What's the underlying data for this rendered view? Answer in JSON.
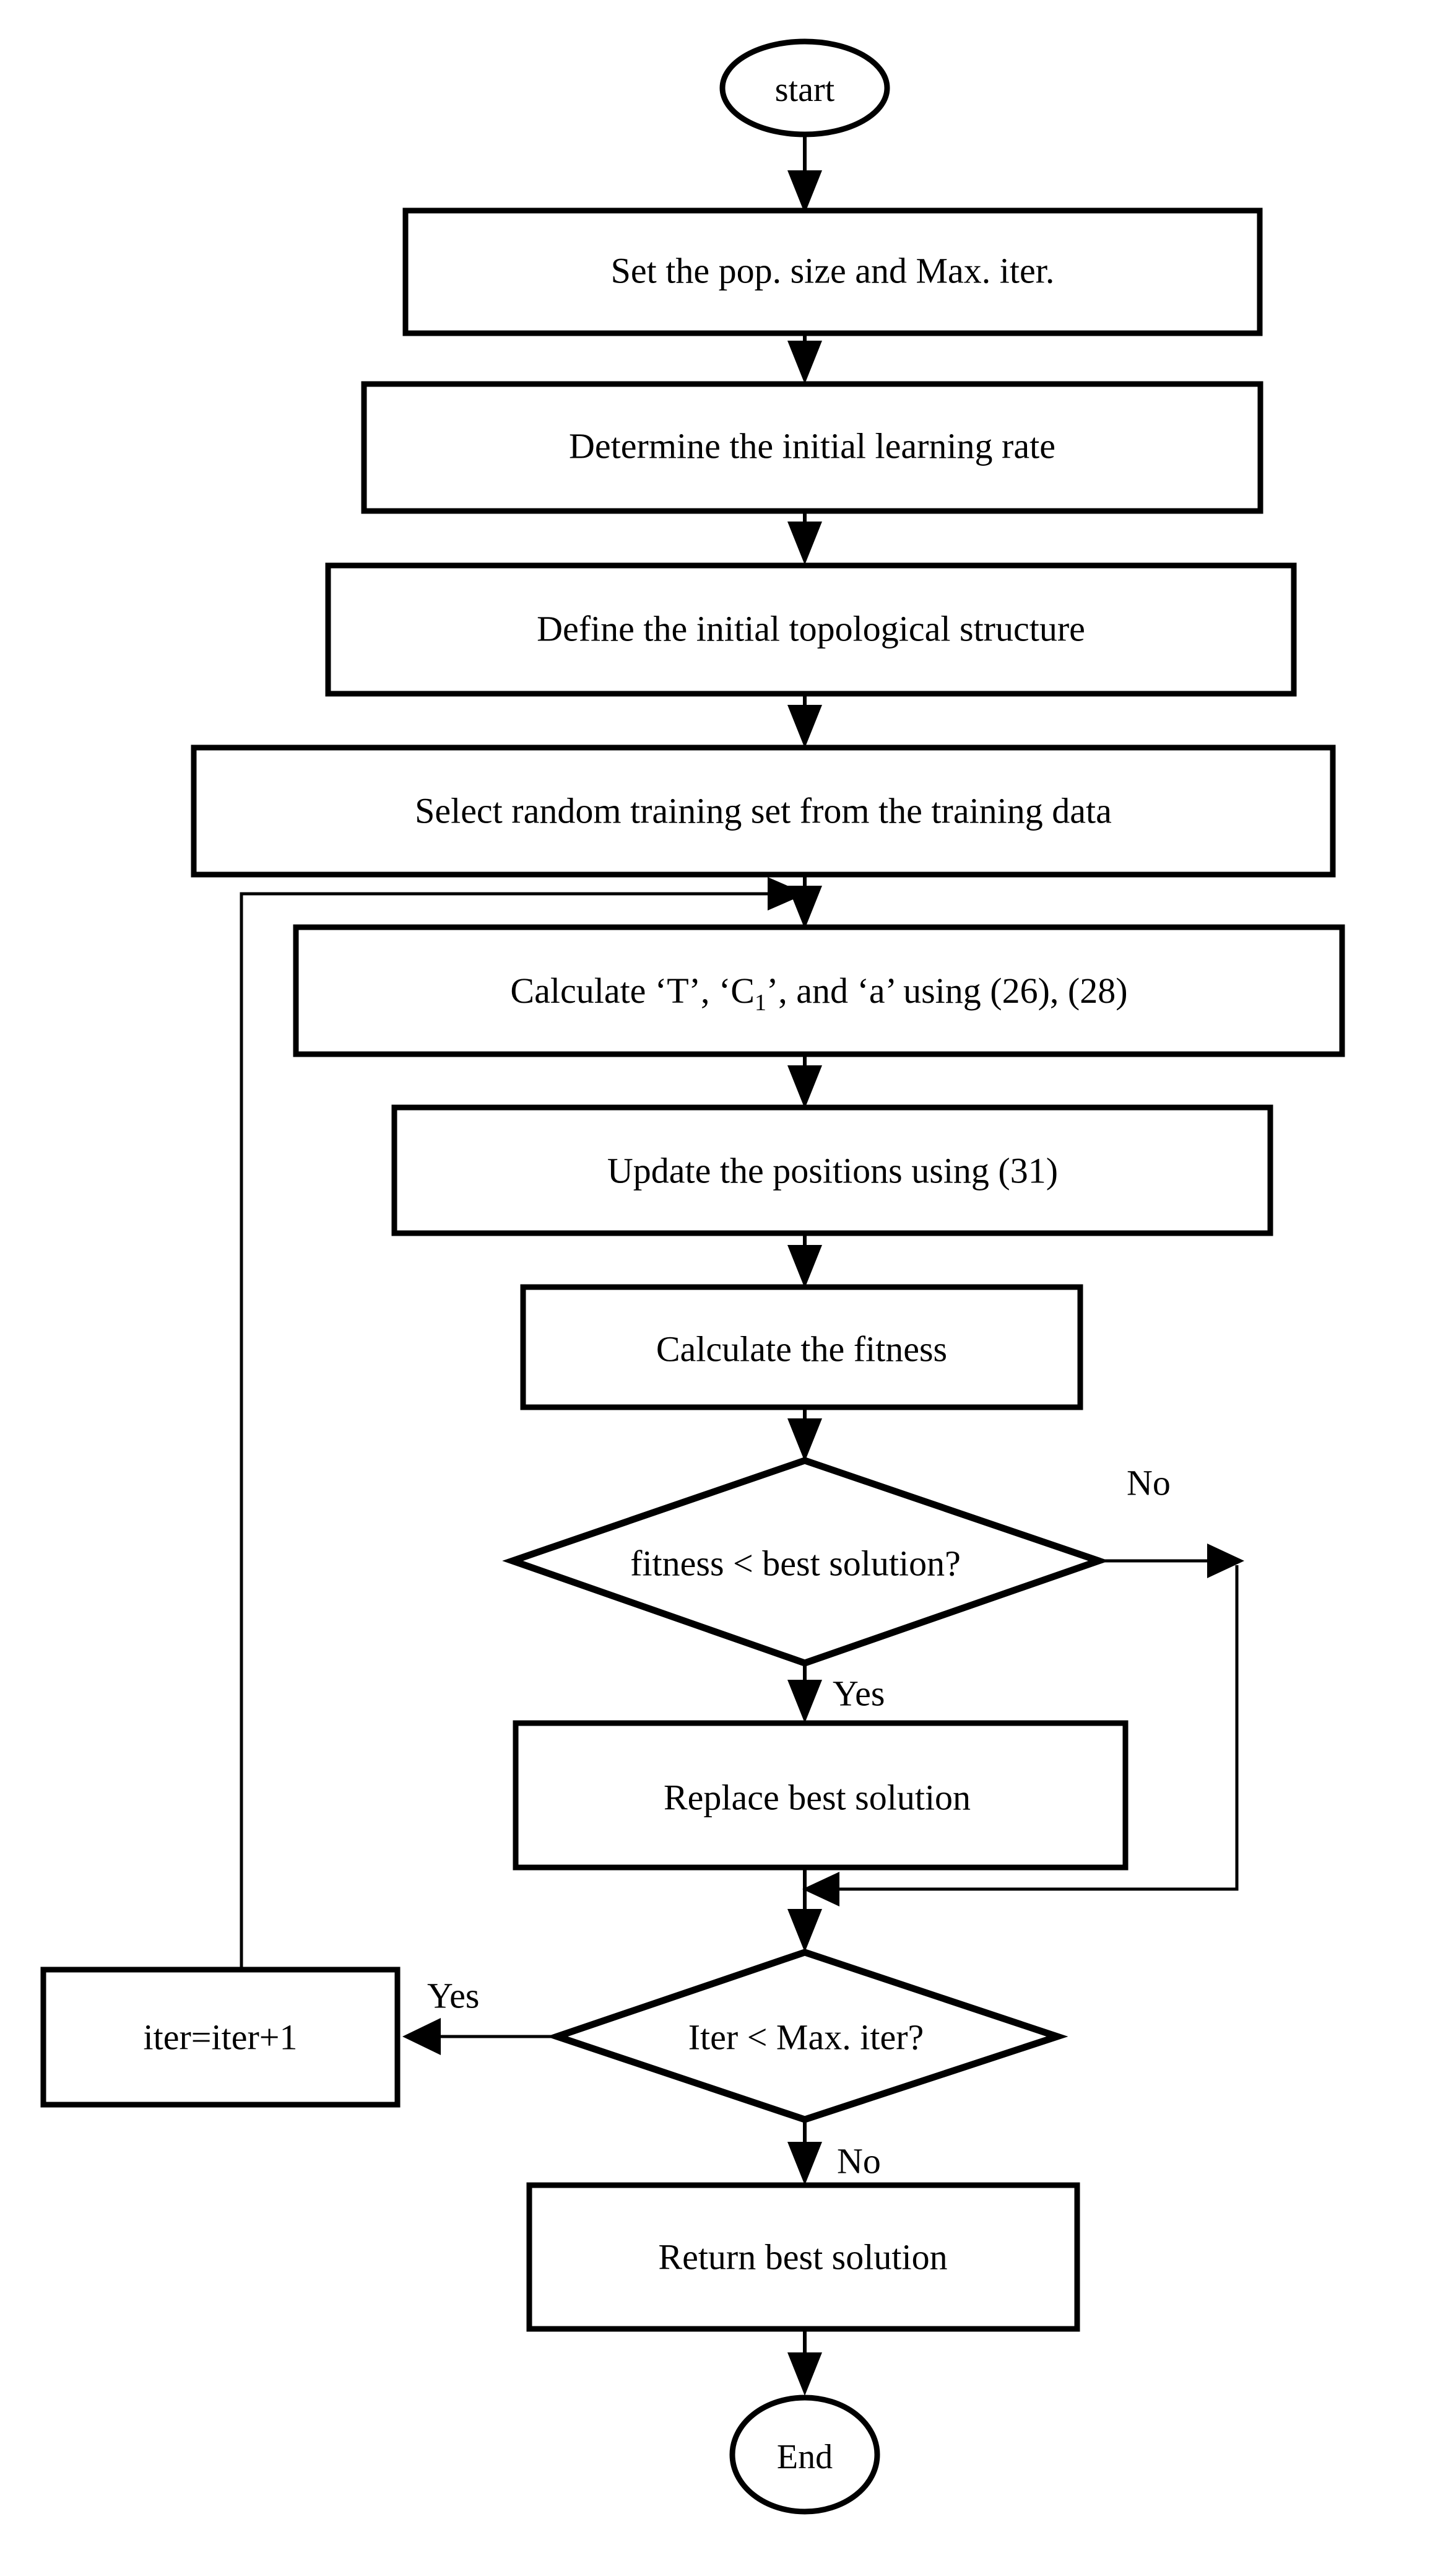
{
  "diagram": {
    "title": "Algorithm flowchart",
    "type": "flowchart",
    "background_color": "#ffffff",
    "stroke_color": "#000000"
  },
  "nodes": {
    "start": {
      "label": "start",
      "shape": "ellipse"
    },
    "set_pop": {
      "label": "Set the pop. size and Max. iter.",
      "shape": "rectangle"
    },
    "determine_lr": {
      "label": "Determine the initial learning rate",
      "shape": "rectangle"
    },
    "define_topology": {
      "label": "Define the initial topological structure",
      "shape": "rectangle"
    },
    "select_training": {
      "label": "Select random training set from the training data",
      "shape": "rectangle"
    },
    "calculate_params": {
      "label": "Calculate ‘T’, ‘C₁’, and ‘a’ using (26), (28)",
      "shape": "rectangle",
      "parts": {
        "p1": "Calculate ‘T’, ‘C",
        "sub": "1",
        "p2": "’, and ‘a’ using (26), (28)"
      }
    },
    "update_positions": {
      "label": "Update the positions using (31)",
      "shape": "rectangle"
    },
    "calculate_fitness": {
      "label": "Calculate the fitness",
      "shape": "rectangle"
    },
    "fitness_check": {
      "label": "fitness < best solution?",
      "shape": "diamond"
    },
    "replace_best": {
      "label": "Replace best solution",
      "shape": "rectangle"
    },
    "iter_check": {
      "label": "Iter < Max. iter?",
      "shape": "diamond"
    },
    "iter_increment": {
      "label": "iter=iter+1",
      "shape": "rectangle"
    },
    "return_best": {
      "label": "Return best solution",
      "shape": "rectangle"
    },
    "end": {
      "label": "End",
      "shape": "ellipse"
    }
  },
  "edge_labels": {
    "fitness_no": "No",
    "fitness_yes": "Yes",
    "iter_yes": "Yes",
    "iter_no": "No"
  }
}
